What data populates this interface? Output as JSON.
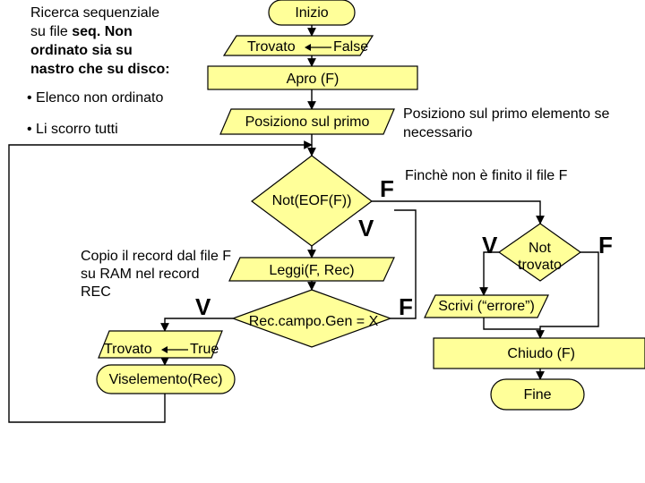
{
  "notes": {
    "title_line1": "Ricerca sequenziale",
    "title_line2_prefix": "su file ",
    "title_line2_bold": "seq. Non",
    "title_line3": "ordinato sia su",
    "title_line4": "nastro che su disco:",
    "bullet1": "• Elenco non ordinato",
    "bullet2": "• Li scorro tutti",
    "position_comment_line1": "Posiziono sul primo elemento se",
    "position_comment_line2": "necessario",
    "loop_comment": "Finchè non è finito il file F",
    "copy_comment_line1": "Copio il record dal file F",
    "copy_comment_line2": "su RAM nel record",
    "copy_comment_line3": "REC"
  },
  "nodes": {
    "inizio": "Inizio",
    "trovato_false_left": "Trovato",
    "trovato_false_right": "False",
    "apro": "Apro (F)",
    "posiziono": "Posiziono sul primo",
    "not_eof": "Not(EOF(F))",
    "leggi": "Leggi(F, Rec)",
    "rec_campo": "Rec.campo.Gen = X",
    "trovato_true_left": "Trovato",
    "trovato_true_right": "True",
    "viselemento": "Viselemento(Rec)",
    "not_trovato_line1": "Not",
    "not_trovato_line2": "trovato",
    "scrivi": "Scrivi (“errore”)",
    "chiudo": "Chiudo (F)",
    "fine": "Fine"
  },
  "branch_labels": {
    "eof_false": "F",
    "eof_true": "V",
    "rec_true": "V",
    "rec_false": "F",
    "nt_true": "V",
    "nt_false": "F"
  },
  "colors": {
    "shape_fill": "#ffff99",
    "shape_stroke": "#000000"
  }
}
